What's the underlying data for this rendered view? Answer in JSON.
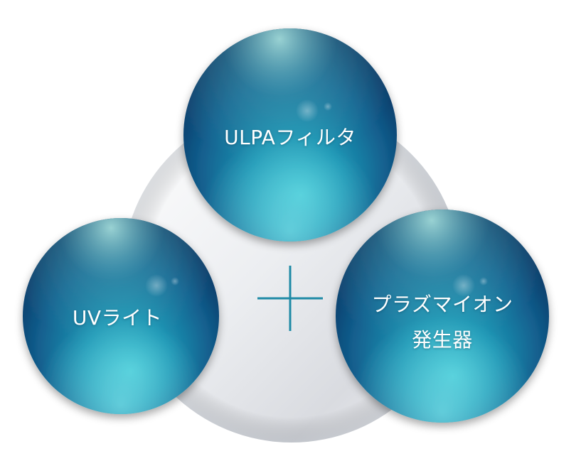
{
  "diagram": {
    "spheres": [
      {
        "id": "top",
        "label": "ULPAフィルタ"
      },
      {
        "id": "left",
        "label": "UVライト"
      },
      {
        "id": "right",
        "label_lines": [
          "プラズマイオン",
          "発生器"
        ]
      }
    ],
    "connector_symbol": "plus",
    "colors": {
      "sphere_dark": "#0d3f70",
      "sphere_mid": "#1a7aa0",
      "sphere_light": "#4cc4d4",
      "backdrop": "#e8e9ec",
      "plus": "#1f8aa6"
    }
  }
}
